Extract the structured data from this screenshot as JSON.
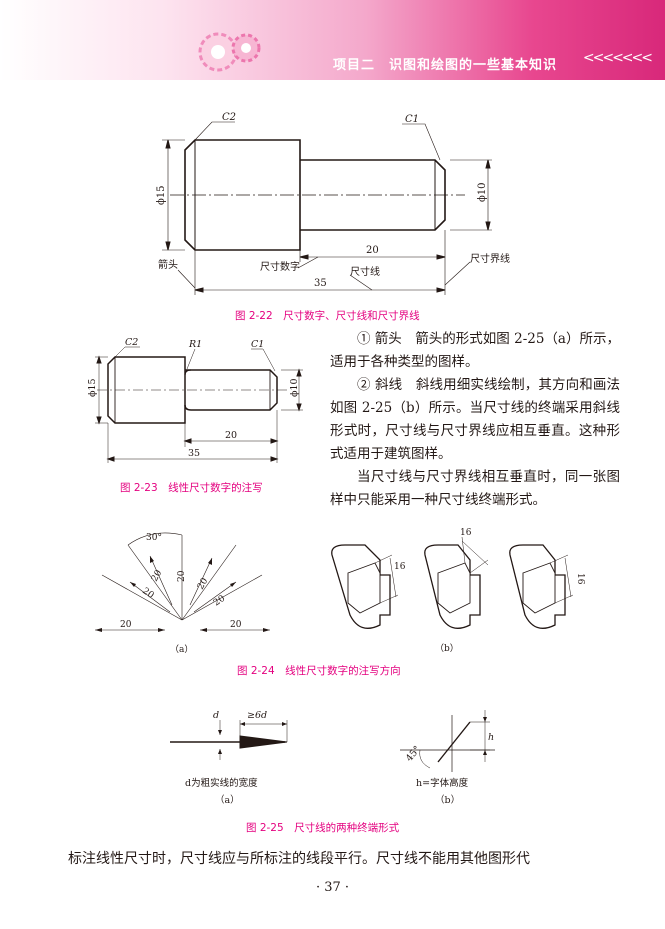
{
  "header": {
    "title": "项目二　识图和绘图的一些基本知识",
    "chevrons": "<<<<<<<",
    "accent": "#e4007f"
  },
  "fig22": {
    "caption": "图 2-22　尺寸数字、尺寸线和尺寸界线",
    "labels": {
      "c2": "C2",
      "c1": "C1",
      "d15": "ϕ15",
      "d10": "ϕ10",
      "dim20": "20",
      "dim35": "35",
      "arrow": "箭头",
      "dimnum": "尺寸数字",
      "dimline": "尺寸线",
      "extline": "尺寸界线"
    }
  },
  "fig23": {
    "caption": "图 2-23　线性尺寸数字的注写",
    "labels": {
      "c2": "C2",
      "r1": "R1",
      "c1": "C1",
      "d15": "ϕ15",
      "d10": "ϕ10",
      "dim20": "20",
      "dim35": "35"
    }
  },
  "text": {
    "p1": "① 箭头　箭头的形式如图 2-25（a）所示，适用于各种类型的图样。",
    "p2": "② 斜线　斜线用细实线绘制，其方向和画法如图 2-25（b）所示。当尺寸线的终端采用斜线形式时，尺寸线与尺寸界线应相互垂直。这种形式适用于建筑图样。",
    "p3": "当尺寸线与尺寸界线相互垂直时，同一张图样中只能采用一种尺寸线终端形式。"
  },
  "fig24": {
    "caption": "图 2-24　线性尺寸数字的注写方向",
    "angle": "30°",
    "num": "20",
    "num16": "16",
    "sub_a": "（a）",
    "sub_b": "（b）"
  },
  "fig25": {
    "caption": "图 2-25　尺寸线的两种终端形式",
    "d": "d",
    "ge6d": "≥6d",
    "h": "h",
    "deg45": "45°",
    "note_a": "d为粗实线的宽度",
    "note_b": "h=字体高度",
    "sub_a": "（a）",
    "sub_b": "（b）"
  },
  "bottom_text": "标注线性尺寸时，尺寸线应与所标注的线段平行。尺寸线不能用其他图形代",
  "page_number": "· 37 ·"
}
